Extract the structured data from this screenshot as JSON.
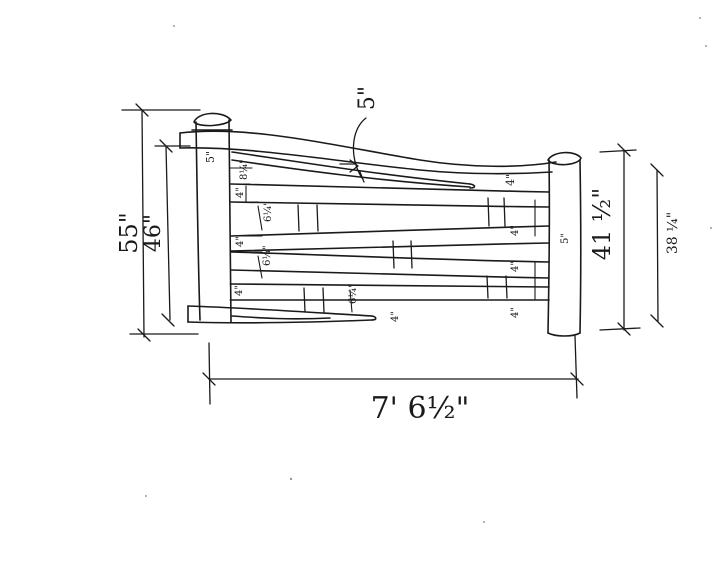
{
  "drawing": {
    "ink_color": "#1a1a1a",
    "paper_color": "#ffffff",
    "dimensions": {
      "overall_height": "55\"",
      "body_height": "46\"",
      "overall_width": "7' 6½\"",
      "right_post_height": "41 ½\"",
      "right_post_inner": "38 ¼\"",
      "top_callout": "5\""
    },
    "spacing": {
      "top_post": "5\"",
      "top_gap": "8¼\"",
      "rail_a": "4\"",
      "gap_a": "6¼\"",
      "rail_b": "4\"",
      "gap_b": "6¼\"",
      "rail_c": "4\"",
      "gap_c": "6¼\"",
      "bottom": "4\"",
      "right_r1": "4\"",
      "right_r2": "4\"",
      "right_r3": "4\"",
      "right_r4": "4\"",
      "right_post": "5\""
    }
  }
}
